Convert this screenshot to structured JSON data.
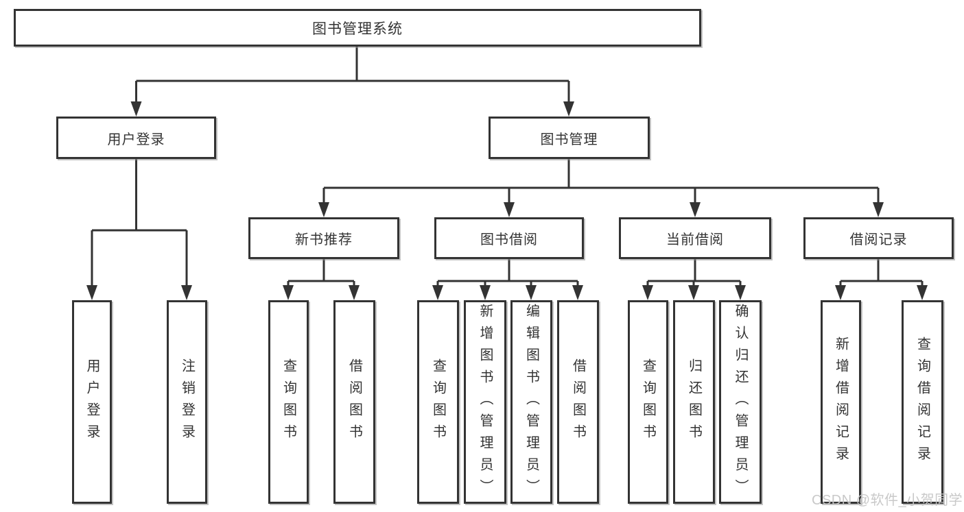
{
  "tree": {
    "label": "图书管理系统",
    "children": [
      {
        "label": "用户登录",
        "children": [
          {
            "label": "用户登录"
          },
          {
            "label": "注销登录"
          }
        ]
      },
      {
        "label": "图书管理",
        "children": [
          {
            "label": "新书推荐",
            "children": [
              {
                "label": "查询图书"
              },
              {
                "label": "借阅图书"
              }
            ]
          },
          {
            "label": "图书借阅",
            "children": [
              {
                "label": "查询图书"
              },
              {
                "label": "新增图书（管理员）"
              },
              {
                "label": "编辑图书（管理员）"
              },
              {
                "label": "借阅图书"
              }
            ]
          },
          {
            "label": "当前借阅",
            "children": [
              {
                "label": "查询图书"
              },
              {
                "label": "归还图书"
              },
              {
                "label": "确认归还（管理员）"
              }
            ]
          },
          {
            "label": "借阅记录",
            "children": [
              {
                "label": "新增借阅记录"
              },
              {
                "label": "查询借阅记录"
              }
            ]
          }
        ]
      }
    ]
  },
  "watermark": {
    "text": "CSDN @软件_小贺同学"
  },
  "colors": {
    "line": "#333333",
    "box_border": "#333333",
    "box_fill": "#ffffff",
    "text": "#333333",
    "watermark": "#c6c6c6"
  }
}
